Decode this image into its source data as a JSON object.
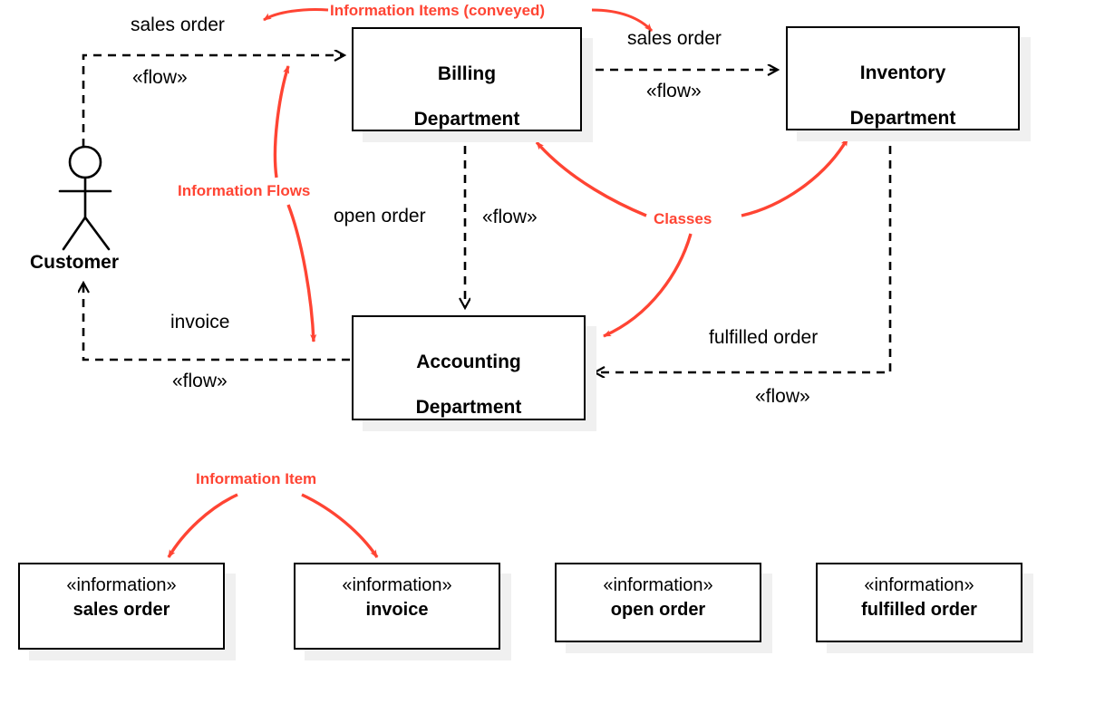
{
  "diagram": {
    "type": "uml-information-flow-diagram",
    "accent_red": "#FF4433",
    "stroke_black": "#000000",
    "shadow_gray": "#F0F0F0",
    "background": "#FFFFFF"
  },
  "actors": [
    {
      "name": "Customer",
      "icon": "stick-figure-actor"
    }
  ],
  "nodes": [
    {
      "id": "billing",
      "line1": "Billing",
      "line2": "Department"
    },
    {
      "id": "inventory",
      "line1": "Inventory",
      "line2": "Department"
    },
    {
      "id": "accounting",
      "line1": "Accounting",
      "line2": "Department"
    }
  ],
  "flows": [
    {
      "id": "customer-to-billing",
      "item": "sales order",
      "stereotype": "«flow»",
      "from": "Customer",
      "to": "Billing Department"
    },
    {
      "id": "billing-to-inventory",
      "item": "sales order",
      "stereotype": "«flow»",
      "from": "Billing Department",
      "to": "Inventory Department"
    },
    {
      "id": "billing-to-accounting",
      "item": "open order",
      "stereotype": "«flow»",
      "from": "Billing Department",
      "to": "Accounting Department"
    },
    {
      "id": "inventory-to-accounting",
      "item": "fulfilled order",
      "stereotype": "«flow»",
      "from": "Inventory Department",
      "to": "Accounting Department"
    },
    {
      "id": "accounting-to-customer",
      "item": "invoice",
      "stereotype": "«flow»",
      "from": "Accounting Department",
      "to": "Customer"
    }
  ],
  "information_items": [
    {
      "id": "item-sales-order",
      "stereotype": "«information»",
      "name": "sales order"
    },
    {
      "id": "item-invoice",
      "stereotype": "«information»",
      "name": "invoice"
    },
    {
      "id": "item-open-order",
      "stereotype": "«information»",
      "name": "open order"
    },
    {
      "id": "item-fulfilled-order",
      "stereotype": "«information»",
      "name": "fulfilled order"
    }
  ],
  "annotations": [
    {
      "id": "annot-conveyed",
      "text": "Information Items (conveyed)"
    },
    {
      "id": "annot-flows",
      "text": "Information Flows"
    },
    {
      "id": "annot-classes",
      "text": "Classes"
    },
    {
      "id": "annot-item",
      "text": "Information Item"
    }
  ]
}
